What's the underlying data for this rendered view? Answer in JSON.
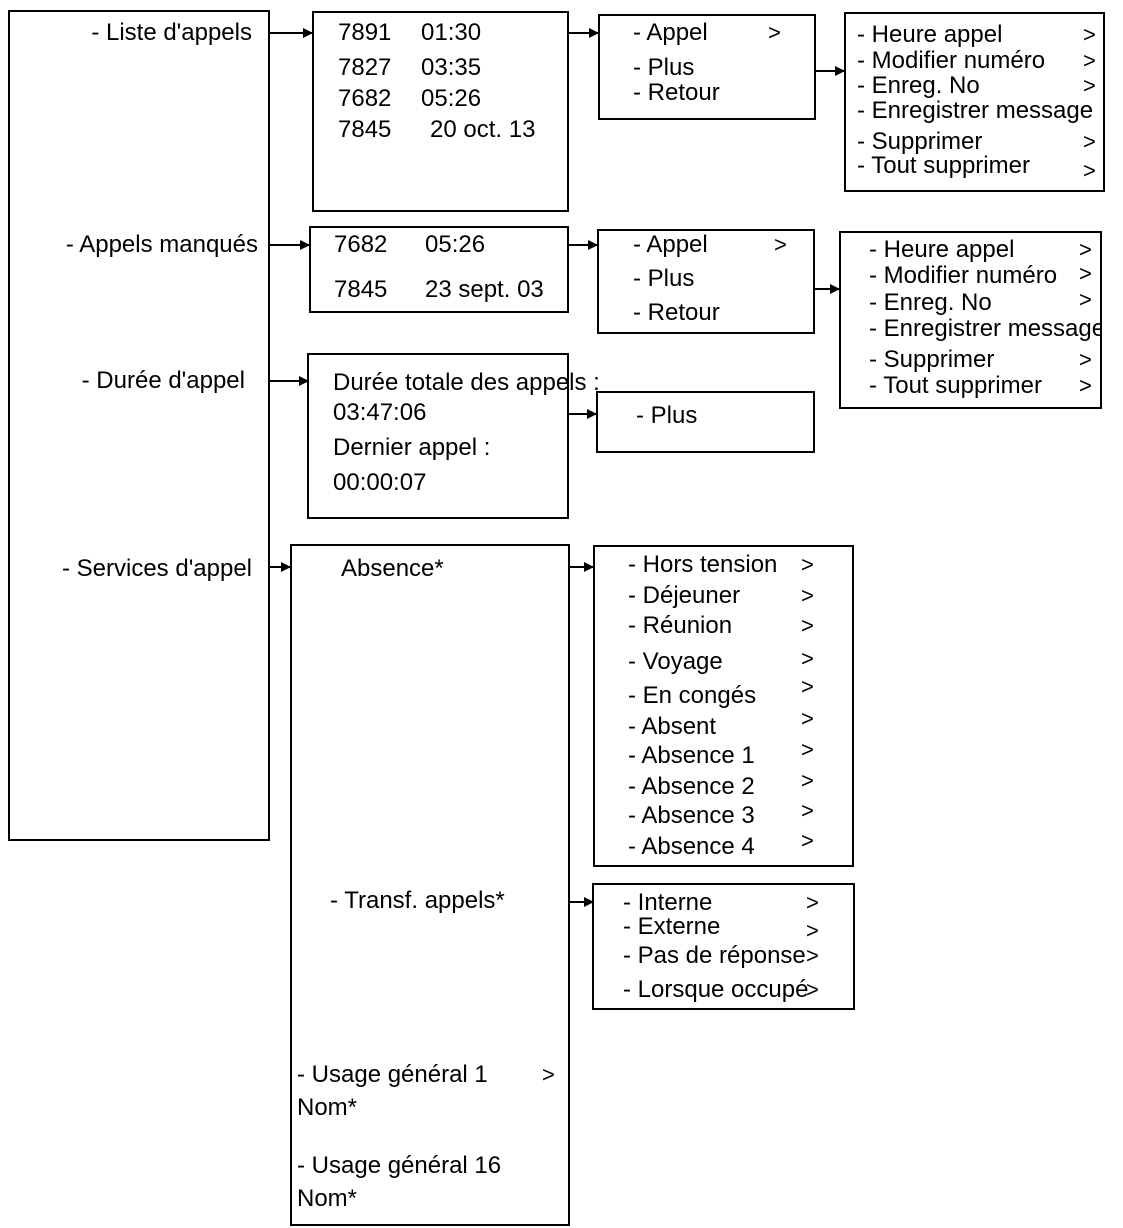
{
  "main_menu": {
    "call_list": "- Liste d'appels",
    "missed_calls": "- Appels manqués",
    "call_duration": "- Durée d'appel",
    "call_services": "- Services d'appel"
  },
  "call_list": {
    "entries": [
      {
        "number": "7891",
        "time": "01:30"
      },
      {
        "number": "7827",
        "time": "03:35"
      },
      {
        "number": "7682",
        "time": "05:26"
      },
      {
        "number": "7845",
        "time": "20 oct. 13"
      }
    ],
    "actions": [
      "- Appel",
      "- Plus",
      "- Retour"
    ],
    "more_menu": [
      "- Heure appel",
      "- Modifier numéro",
      "- Enreg. No",
      "- Enregistrer message",
      "- Supprimer",
      "- Tout supprimer"
    ]
  },
  "missed_calls": {
    "entries": [
      {
        "number": "7682",
        "time": "05:26"
      },
      {
        "number": "7845",
        "time": "23 sept. 03"
      }
    ],
    "actions": [
      "- Appel",
      "- Plus",
      "- Retour"
    ],
    "more_menu": [
      "- Heure appel",
      "- Modifier numéro",
      "- Enreg. No",
      "- Enregistrer message",
      "- Supprimer",
      "- Tout supprimer"
    ]
  },
  "duration": {
    "total_label": "Durée totale des appels :",
    "total_value": "03:47:06",
    "last_label": "Dernier appel :",
    "last_value": "00:00:07",
    "more": "- Plus"
  },
  "services": {
    "absence": "Absence*",
    "absence_options": [
      "- Hors tension",
      "- Déjeuner",
      "- Réunion",
      "- Voyage",
      "- En congés",
      "- Absent",
      "- Absence 1",
      "- Absence 2",
      "- Absence 3",
      "- Absence 4"
    ],
    "forward": "- Transf. appels*",
    "forward_options": [
      "- Interne",
      "- Externe",
      "- Pas de réponse",
      "- Lorsque occupé"
    ],
    "general1_line1": "- Usage général 1",
    "general1_line2": "Nom*",
    "general16_line1": "- Usage général 16",
    "general16_line2": "Nom*"
  },
  "chevron": ">"
}
